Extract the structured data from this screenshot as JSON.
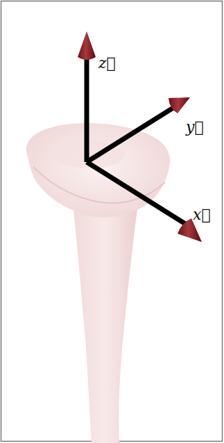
{
  "diagram": {
    "labels": [
      "z⃗",
      "y⃗",
      "x⃗"
    ]
  }
}
